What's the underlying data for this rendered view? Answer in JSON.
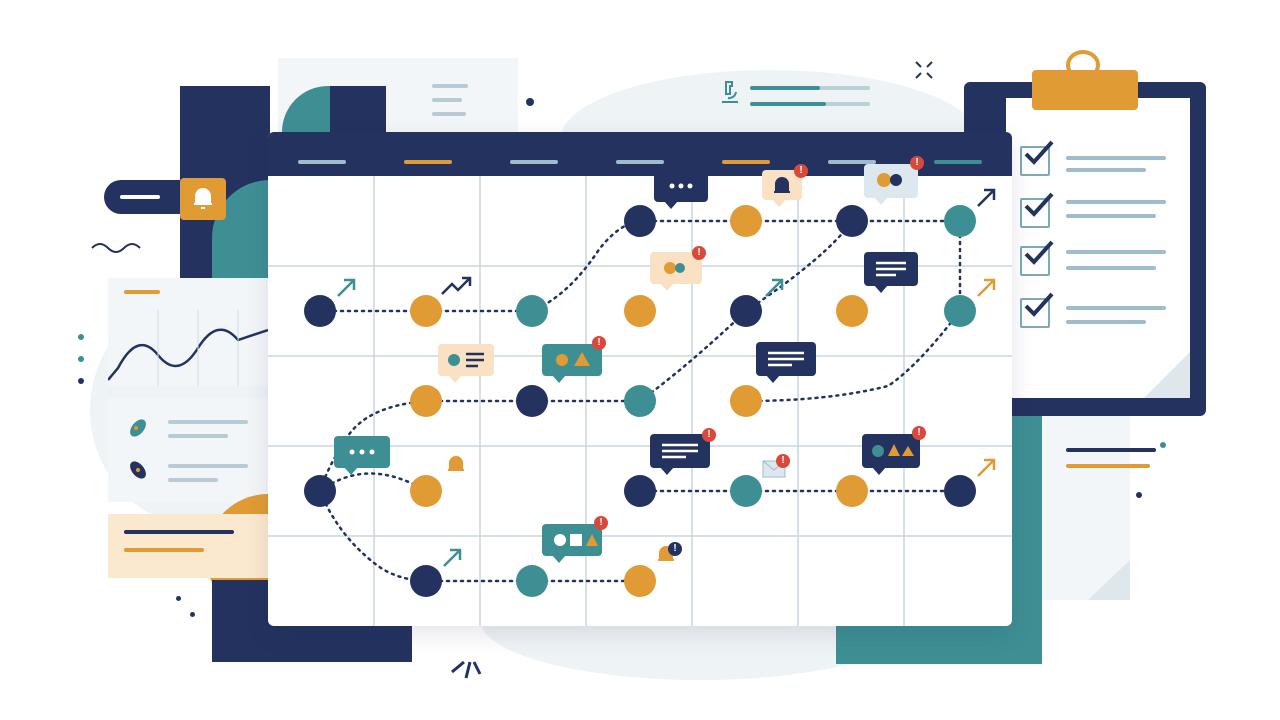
{
  "colors": {
    "navy": "#23325f",
    "teal": "#3e8f94",
    "orange": "#e09b35",
    "light": "#eef3f5",
    "alert": "#d9493b"
  },
  "calendar": {
    "columns": 7,
    "rows": 5,
    "node_types": [
      "navy",
      "orange",
      "teal"
    ]
  },
  "icons": [
    "bell-icon",
    "chat-icon",
    "microscope-icon",
    "trend-arrow-icon",
    "checkmark-icon",
    "bacteria-icon",
    "envelope-icon",
    "alert-badge-icon"
  ],
  "checklist": {
    "items": [
      {
        "checked": true
      },
      {
        "checked": true
      },
      {
        "checked": true
      },
      {
        "checked": true
      }
    ]
  }
}
